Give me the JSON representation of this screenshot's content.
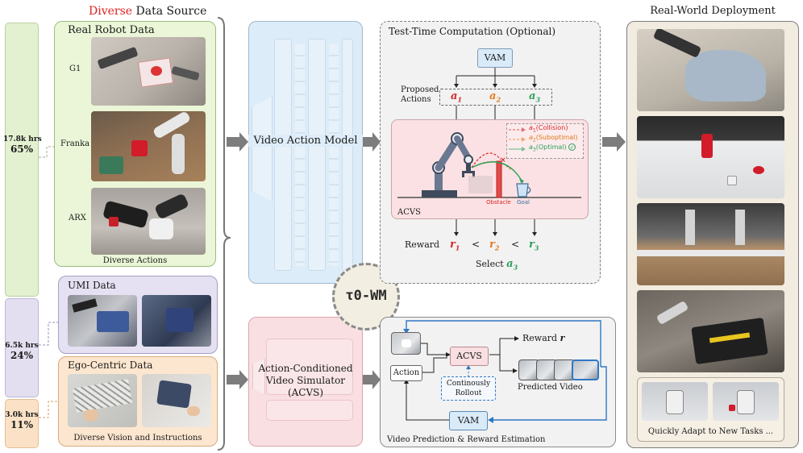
{
  "left": {
    "header_prefix": "Diverse",
    "header_suffix": " Data Source",
    "bars": [
      {
        "hours": "17.8k hrs",
        "pct": "65%"
      },
      {
        "hours": "6.5k hrs",
        "pct": "24%"
      },
      {
        "hours": "3.0k hrs",
        "pct": "11%"
      }
    ],
    "real_robot": {
      "title": "Real Robot Data",
      "robots": [
        "G1",
        "Franka",
        "ARX"
      ],
      "caption": "Diverse Actions"
    },
    "umi": {
      "title": "UMI Data"
    },
    "ego": {
      "title": "Ego-Centric Data",
      "caption": "Diverse Vision and Instructions"
    }
  },
  "middle": {
    "vam_label": "Video Action Model",
    "acvs_label": "Action-Conditioned\nVideo Simulator\n(ACVS)",
    "badge": "τ0-WM"
  },
  "ttc": {
    "title": "Test-Time Computation (Optional)",
    "vam": "VAM",
    "proposed": "Proposed\nActions",
    "actions": [
      "a",
      "a",
      "a"
    ],
    "subs": [
      "1",
      "2",
      "3"
    ],
    "legend": [
      {
        "sym": "a",
        "sub": "1",
        "text": "(Collision)"
      },
      {
        "sym": "a",
        "sub": "2",
        "text": "(Suboptimal)"
      },
      {
        "sym": "a",
        "sub": "3",
        "text": "(Optimal)"
      }
    ],
    "obstacle": "Obstacle",
    "goal": "Goal",
    "acvs": "ACVS",
    "reward": "Reward",
    "rewards": [
      "r",
      "r",
      "r"
    ],
    "lt": "<",
    "select": "Select",
    "select_sym": "a",
    "select_sub": "3",
    "colors": {
      "a1": "#d62728",
      "a2": "#e07b1a",
      "a3": "#2ca05a"
    }
  },
  "vpre": {
    "title": "Video Prediction & Reward Estimation",
    "acvs": "ACVS",
    "action": "Action",
    "reward": "Reward",
    "reward_sym": "r",
    "rollout": "Continously\nRollout",
    "predicted": "Predicted Video",
    "vam": "VAM"
  },
  "deploy": {
    "title": "Real-World Deployment",
    "caption": "Quickly Adapt to New Tasks ..."
  }
}
